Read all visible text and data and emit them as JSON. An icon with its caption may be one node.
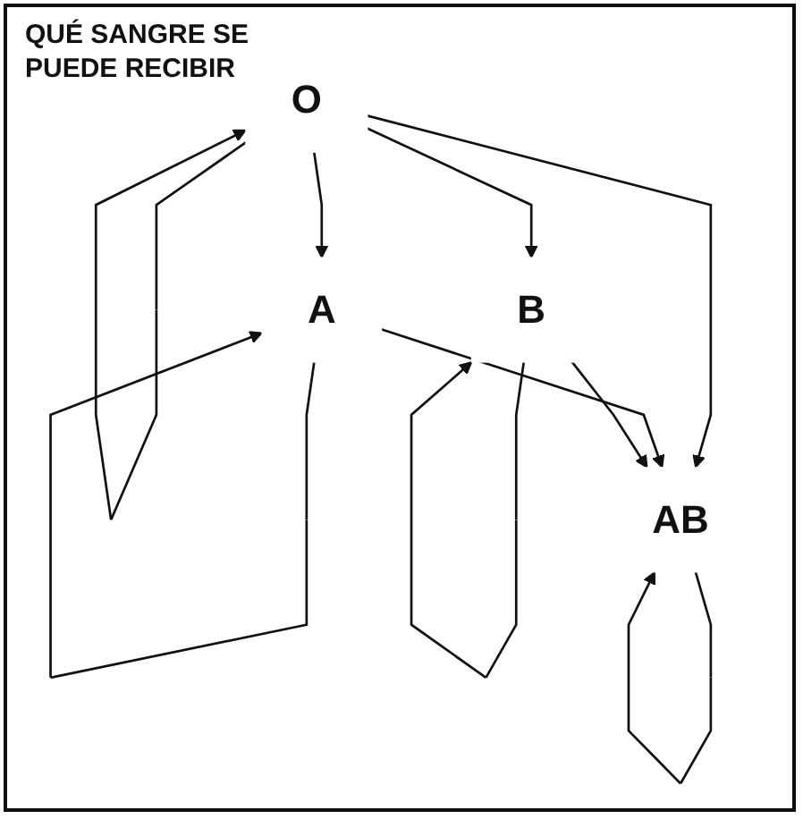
{
  "diagram": {
    "title": "QUÉ SANGRE SE PUEDE RECIBIR",
    "nodes": [
      {
        "text": [
          "O"
        ]
      },
      {
        "text": [
          "A"
        ]
      },
      {
        "text": [
          "B"
        ]
      },
      {
        "text": [
          "AB"
        ]
      }
    ],
    "edges": [
      {
        "from": 0,
        "to": 0,
        "arrow": "to"
      },
      {
        "from": 0,
        "to": 1,
        "arrow": "to"
      },
      {
        "from": 0,
        "to": 3,
        "arrow": "to"
      },
      {
        "from": 0,
        "to": 2,
        "arrow": "to"
      },
      {
        "from": 1,
        "to": 1,
        "arrow": "to"
      },
      {
        "from": 1,
        "to": 3,
        "arrow": "to"
      },
      {
        "from": 2,
        "to": 2,
        "arrow": "to"
      },
      {
        "from": 2,
        "to": 3,
        "arrow": "to"
      },
      {
        "from": 3,
        "to": 3,
        "arrow": "to"
      }
    ]
  }
}
